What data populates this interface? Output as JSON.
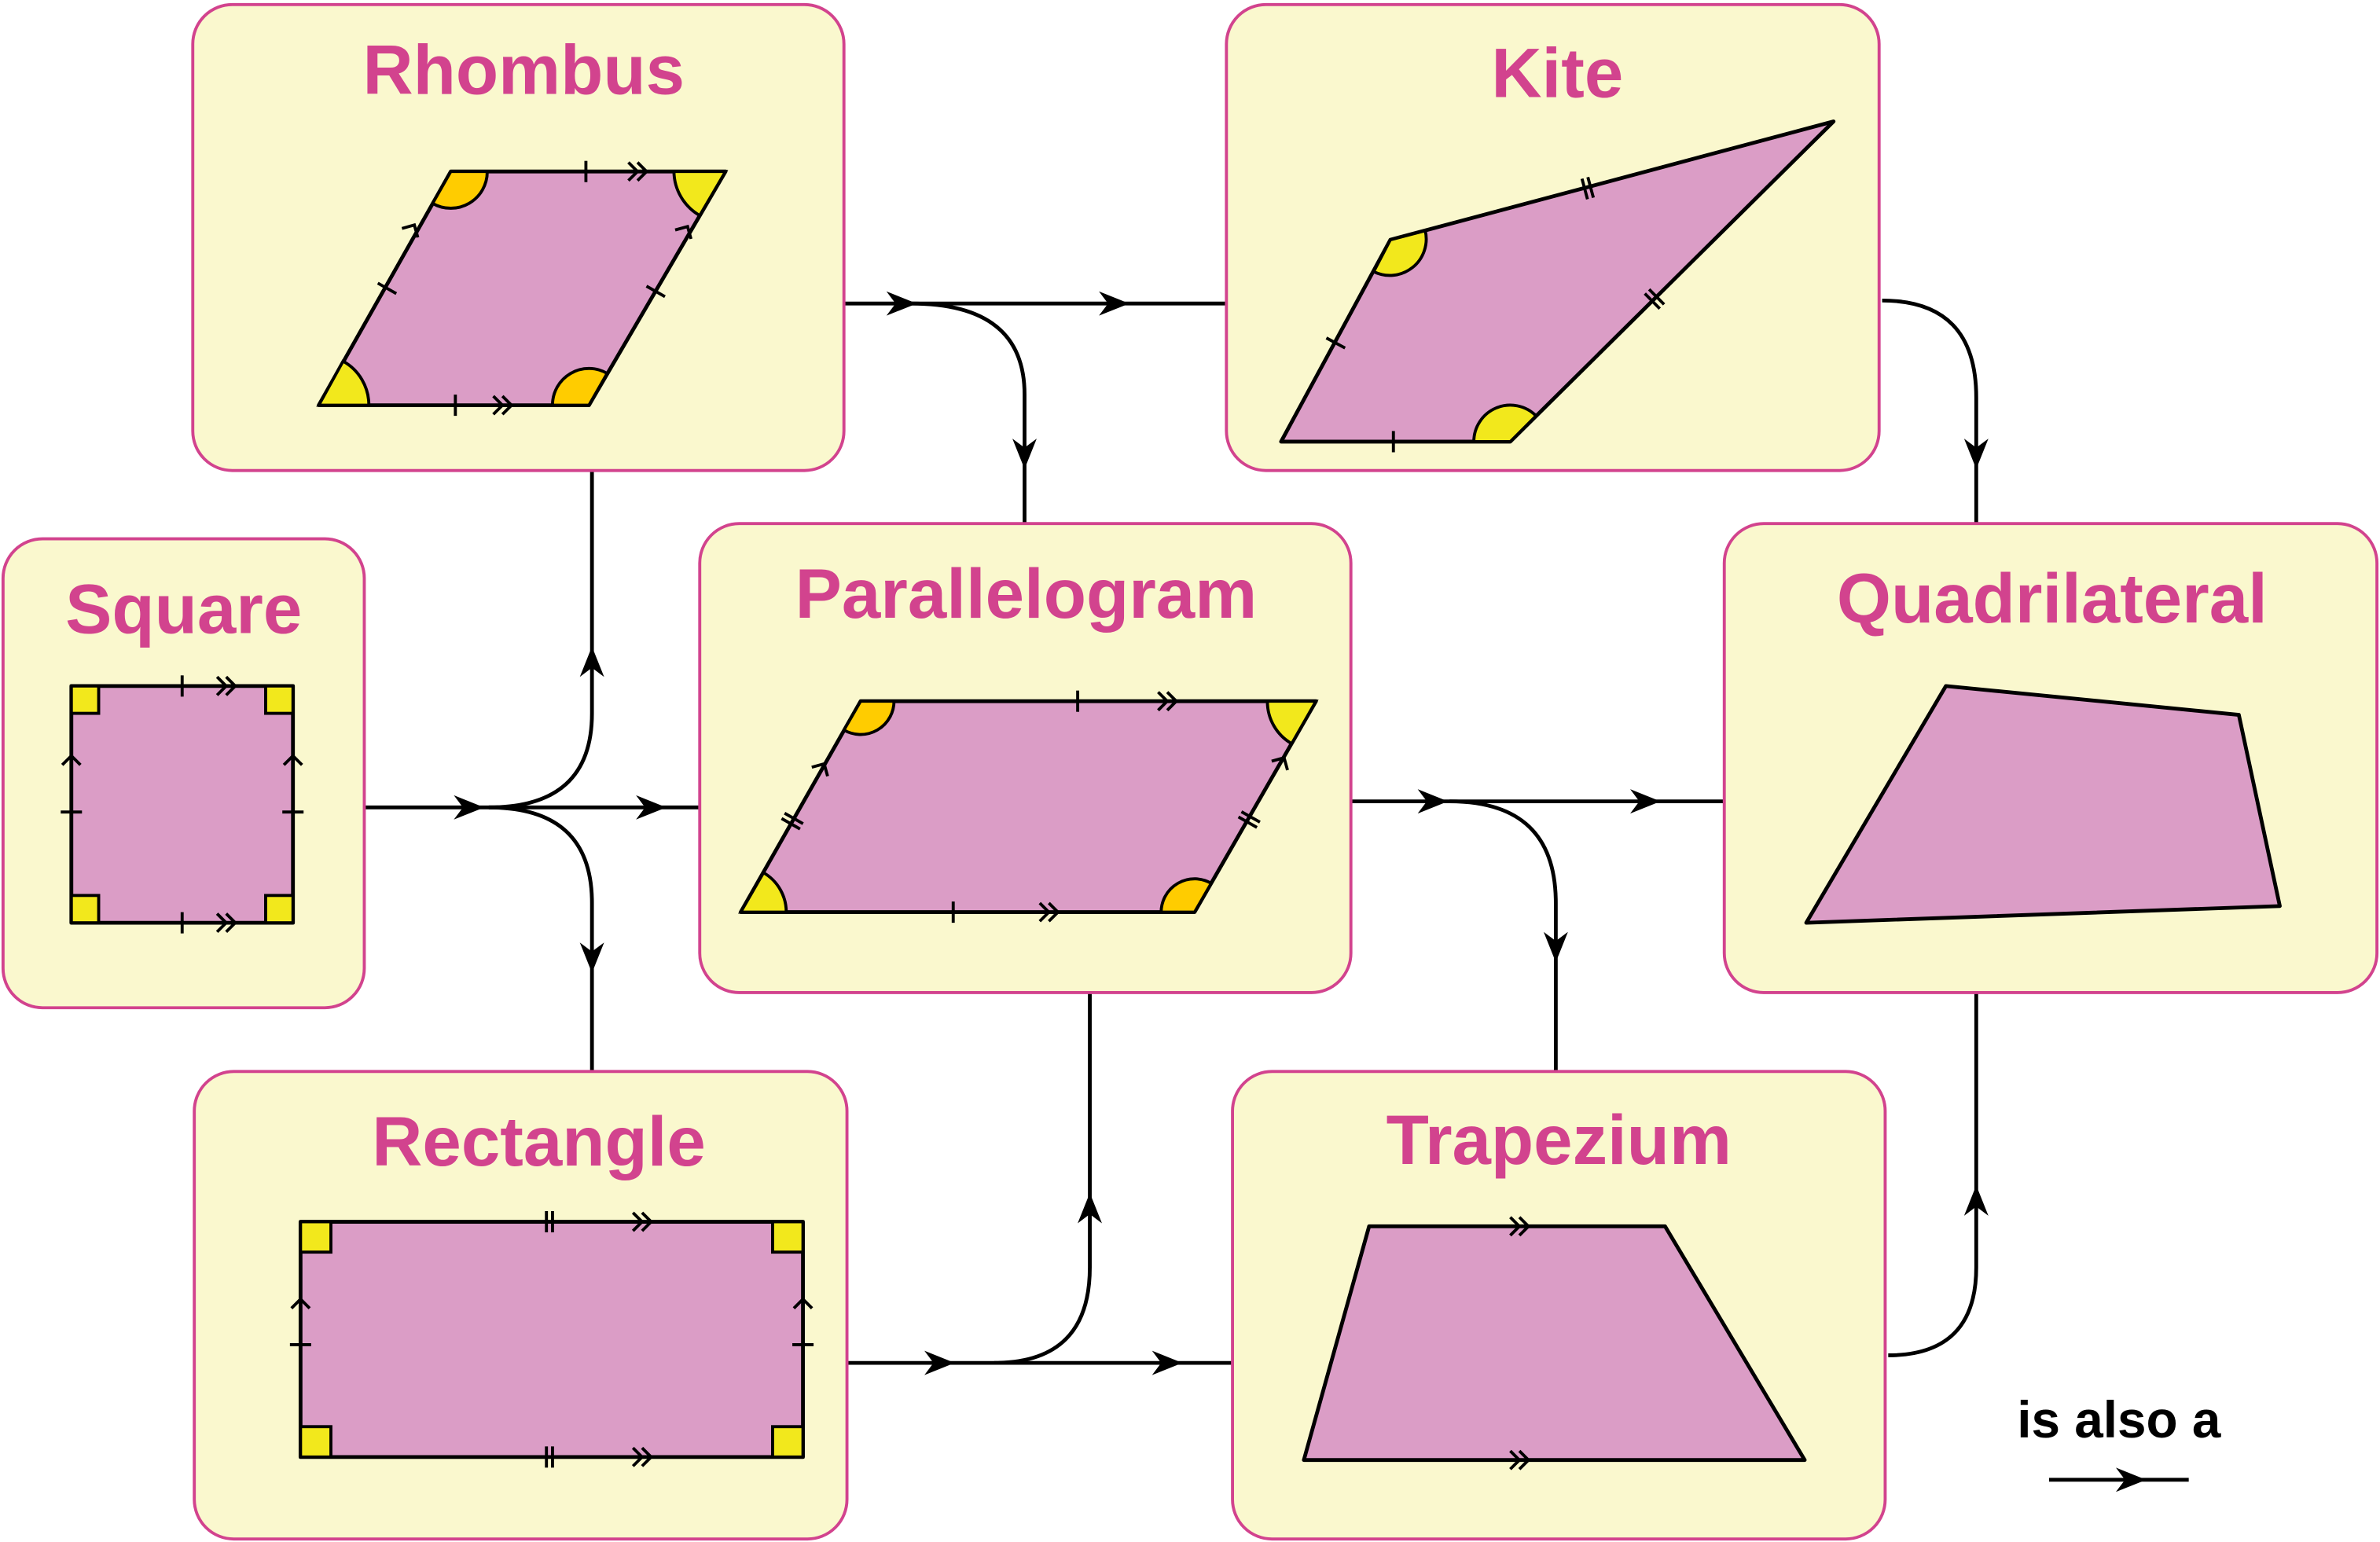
{
  "shapes": {
    "rhombus": "Rhombus",
    "kite": "Kite",
    "square": "Square",
    "parallelogram": "Parallelogram",
    "quadrilateral": "Quadrilateral",
    "rectangle": "Rectangle",
    "trapezium": "Trapezium"
  },
  "legend": {
    "label": "is also a"
  },
  "colors": {
    "box_bg": "#FAF8CE",
    "accent": "#D2438E",
    "shape_fill": "#DB9DC6",
    "angle_yellow": "#F2E81C",
    "angle_orange": "#FFCC00"
  }
}
